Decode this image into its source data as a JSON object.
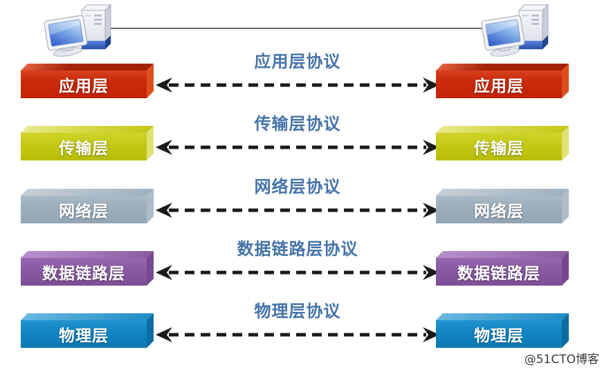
{
  "diagram_title": "",
  "topology": {
    "left_host": "desktop-computer",
    "right_host": "desktop-computer",
    "link_color": "#666666"
  },
  "style": {
    "protocol_label_color": "#4573A9",
    "arrow_color": "#1a1a1a",
    "box_text_color": "#ffffff",
    "background": "#ffffff"
  },
  "layers": [
    {
      "name": "应用层",
      "protocol": "应用层协议",
      "color": "#CB2B0D",
      "color_top": "#A82408",
      "color_side": "#DE4E1B"
    },
    {
      "name": "传输层",
      "protocol": "传输层协议",
      "color": "#C6CA15",
      "color_top": "#D8DB4F",
      "color_side": "#DFE173"
    },
    {
      "name": "网络层",
      "protocol": "网络层协议",
      "color": "#9DAFBE",
      "color_top": "#B6C3CD",
      "color_side": "#AEBCC7"
    },
    {
      "name": "数据链路层",
      "protocol": "数据链路层协议",
      "color": "#8A5AA4",
      "color_top": "#A77EBC",
      "color_side": "#75498E"
    },
    {
      "name": "物理层",
      "protocol": "物理层协议",
      "color": "#1186C4",
      "color_top": "#4BA6D6",
      "color_side": "#0D6DA2"
    }
  ],
  "watermark": "@51CTO博客"
}
